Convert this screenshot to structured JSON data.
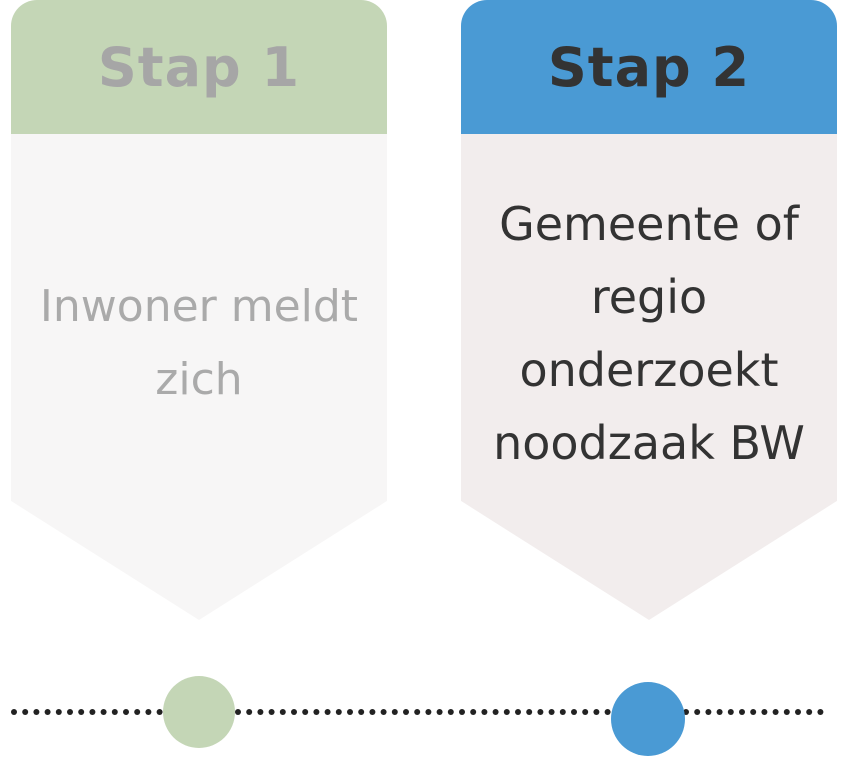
{
  "steps": [
    {
      "title": "Stap 1",
      "text": "Inwoner meldt zich",
      "state": "inactive",
      "header_color": "#c4d6b6",
      "marker_color": "#c4d6b6"
    },
    {
      "title": "Stap 2",
      "text": "Gemeente of regio onderzoekt noodzaak BW",
      "state": "active",
      "header_color": "#4a9ad4",
      "marker_color": "#4a9ad4"
    }
  ],
  "timeline": {
    "line_style": "dotted",
    "dot_color": "#222222"
  }
}
